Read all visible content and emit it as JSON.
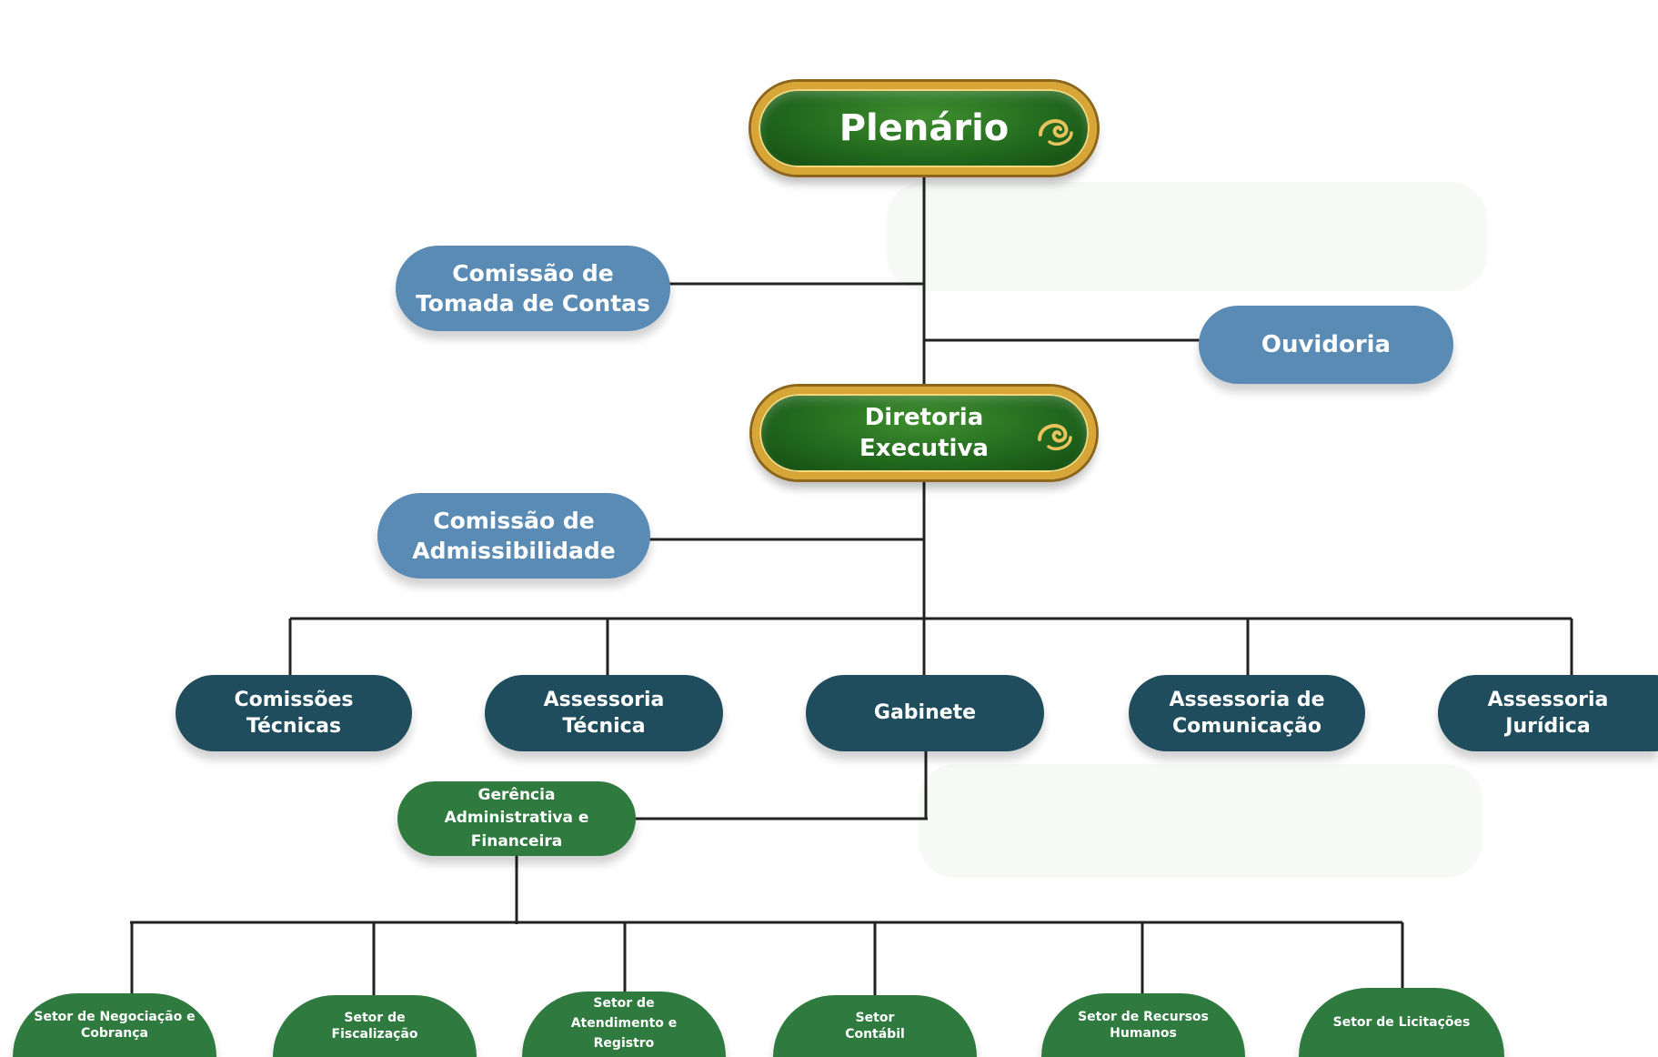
{
  "nodes": {
    "plenario": "Plenário",
    "diretoria": "Diretoria\nExecutiva",
    "comissao_tomada": "Comissão de\nTomada de Contas",
    "ouvidoria": "Ouvidoria",
    "comissao_admissibilidade": "Comissão de\nAdmissibilidade",
    "comissoes_tecnicas": "Comissões\nTécnicas",
    "assessoria_tecnica": "Assessoria\nTécnica",
    "gabinete": "Gabinete",
    "assessoria_comunicacao": "Assessoria de\nComunicação",
    "assessoria_juridica": "Assessoria\nJurídica",
    "gerencia": "Gerência\nAdministrativa e\nFinanceira",
    "setor_negociacao": "Setor de Negociação e\nCobrança",
    "setor_fiscalizacao": "Setor de\nFiscalização",
    "setor_atendimento": "Setor de\nAtendimento e\nRegistro",
    "setor_contabil": "Setor\nContábil",
    "setor_rh": "Setor de Recursos\nHumanos",
    "setor_licitacoes": "Setor de Licitações"
  },
  "colors": {
    "gold_border": "#d7a637",
    "top_green": "#226a1e",
    "blue": "#5a8bb5",
    "teal": "#1f4d5d",
    "green": "#2f7a3f",
    "line": "#222222"
  }
}
